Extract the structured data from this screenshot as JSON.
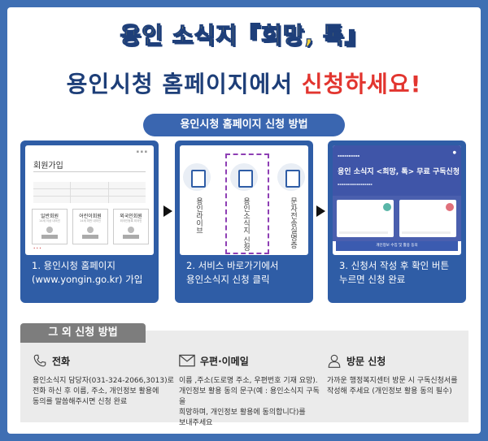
{
  "header": {
    "line1": "용인 소식지『희망, 톡』",
    "line2_main": "용인시청 홈페이지에서 ",
    "line2_highlight": "신청하세요!"
  },
  "section_pill": "용인시청 홈페이지 신청 방법",
  "steps": [
    {
      "caption": "1. 용인시청 홈페이지\n(www.yongin.go.kr) 가입"
    },
    {
      "caption": "2. 서비스 바로가기에서\n용인소식지 신청  클릭"
    },
    {
      "caption": "3. 신청서 작성 후 확인 버튼\n누르면 신청 완료"
    }
  ],
  "screen1": {
    "title": "회원가입",
    "boxes": [
      {
        "title": "일반회원",
        "sub": "14세 이상 내국인"
      },
      {
        "title": "어린이회원",
        "sub": "14세 미만 내국인"
      },
      {
        "title": "외국인회원",
        "sub": "외국인등록 외국인"
      }
    ]
  },
  "screen2": {
    "labels": [
      "용인라이브",
      "용인소식지 신청",
      "문자전송실명증"
    ]
  },
  "screen3": {
    "title": "용인 소식지 <희망, 톡> 무료 구독신청",
    "button": "개인정보 수집 및 활용 동의"
  },
  "other_methods": {
    "tab": "그 외 신청 방법",
    "methods": [
      {
        "icon": "phone-icon",
        "title": "전화",
        "body": "용인소식지 담당자(031-324-2066,3013)로\n전화 하신 후  이름, 주소, 개인정보 활용에\n동의를 말씀해주시면 신청 완료"
      },
      {
        "icon": "mail-icon",
        "title": "우편·이메일",
        "body": "이름 ,주소(도로명 주소, 우편번호 기재 요망).\n개인정보 활용 동의 문구(예 : 용인소식지 구독을\n희망하며, 개인정보 활용에 동의합니다)를\n보내주세요"
      },
      {
        "icon": "person-icon",
        "title": "방문 신청",
        "body": "가까운 행정복지센터 방문 시 구독신청서를\n작성해 주세요 (개인정보 활용 동의 필수)"
      }
    ]
  }
}
